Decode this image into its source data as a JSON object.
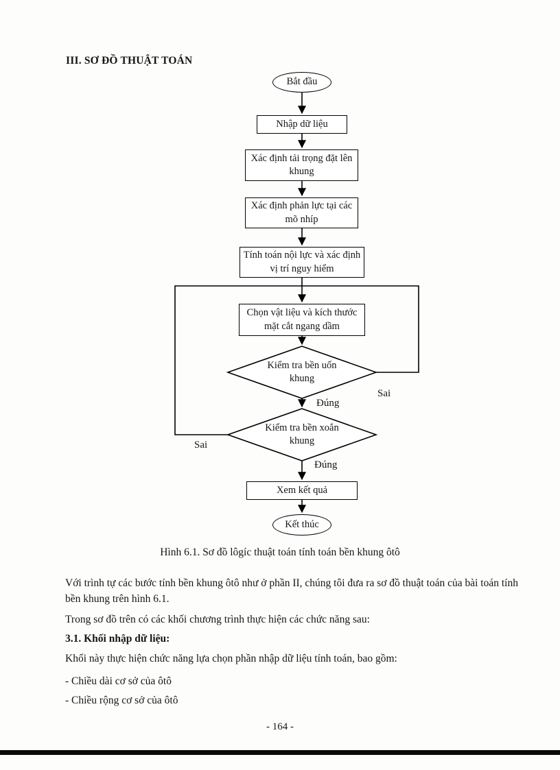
{
  "page": {
    "heading": "III. SƠ ĐỒ THUẬT TOÁN",
    "caption": "Hình 6.1. Sơ đồ lôgíc thuật toán tính toán bền khung ôtô",
    "page_number": "- 164 -"
  },
  "flowchart": {
    "start": "Bắt đầu",
    "input": "Nhập dữ liệu",
    "load": "Xác định tải trọng đặt lên khung",
    "reaction": "Xác định phản lực tại các mõ nhíp",
    "internal_force": "Tính toán nội lực và xác định vị trí nguy hiểm",
    "material": "Chọn vật liệu và kích thước mặt cắt ngang dầm",
    "check_bending": "Kiểm tra bền uốn khung",
    "check_torsion": "Kiểm tra bền xoắn khung",
    "result": "Xem kết quả",
    "end": "Kết thúc",
    "label_true_1": "Đúng",
    "label_false_1": "Sai",
    "label_false_2": "Sai",
    "label_true_2": "Đúng"
  },
  "body": {
    "p1": "Với trình tự các bước tính bền khung ôtô như ở phần II, chúng tôi đưa ra sơ đồ thuật toán của bài toán tính bền khung trên hình 6.1.",
    "p2": "Trong sơ đồ trên có các khối chương trình thực hiện các chức năng sau:",
    "h31": "3.1. Khối nhập dữ liệu:",
    "p3": "Khối này thực hiện chức năng lựa chọn phần nhập dữ liệu tính toán, bao gồm:",
    "li1": "- Chiều dài cơ sở của ôtô",
    "li2": "- Chiều rộng cơ sở của ôtô"
  }
}
